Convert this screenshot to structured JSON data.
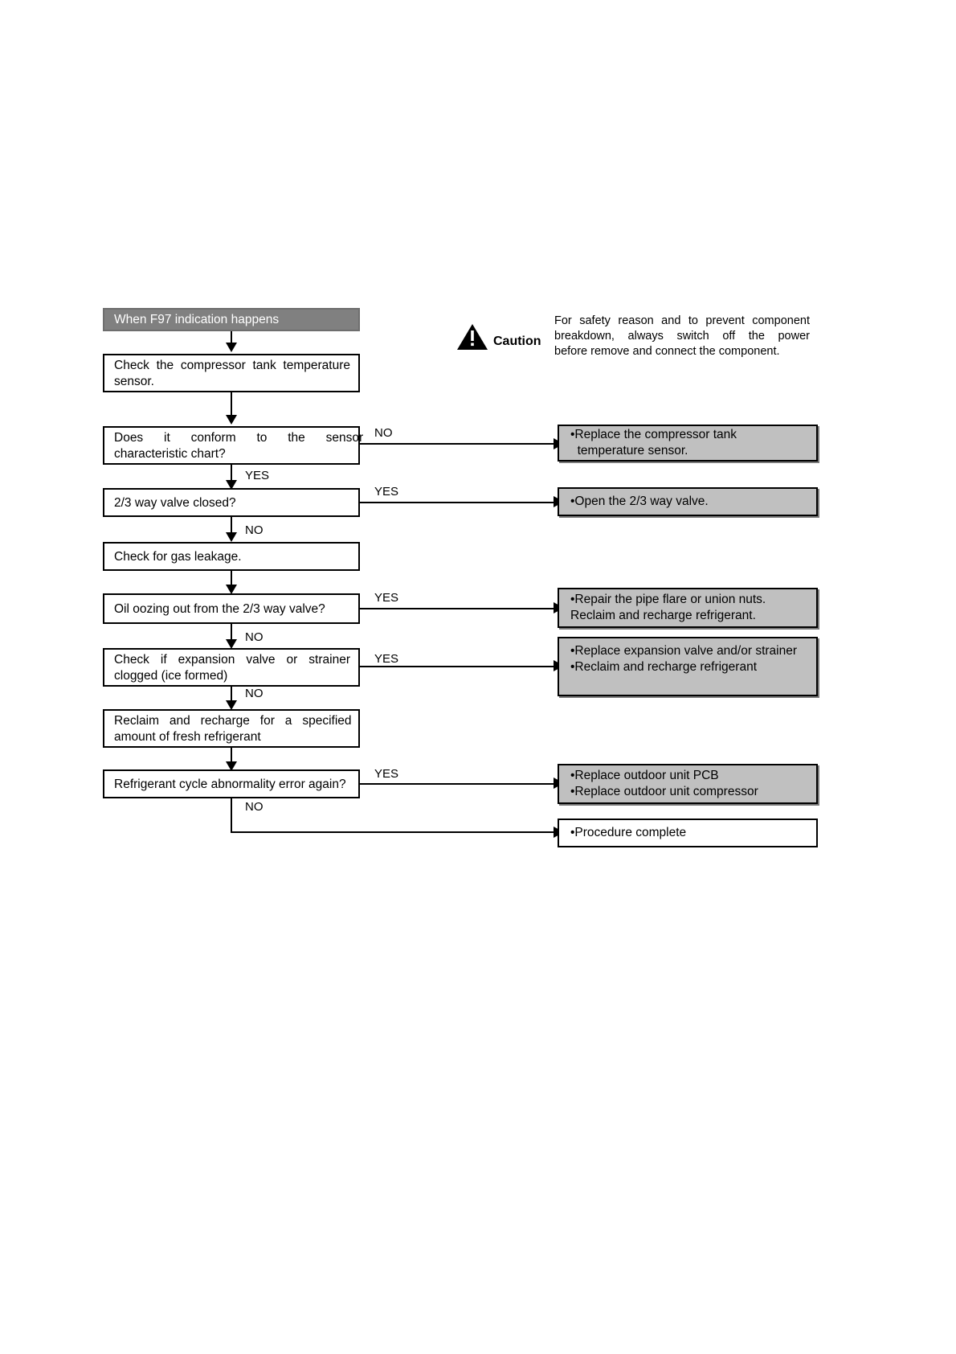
{
  "caution": {
    "icon": "warning-triangle-icon",
    "label": "Caution",
    "lines": [
      "For safety reason and to prevent component",
      "breakdown, always switch off the power",
      "before remove and connect the component."
    ]
  },
  "flow": {
    "header": {
      "label": "When F97 indication happens"
    },
    "steps": [
      {
        "id": "check-sensor",
        "lines": [
          "Check  the  compressor  tank  temperature",
          "sensor."
        ]
      },
      {
        "id": "conform-chart",
        "lines": [
          "Does      it      conform      to      the      sensor",
          "characteristic chart?"
        ],
        "branch_right": "NO",
        "branch_down": "YES"
      },
      {
        "id": "valve-closed",
        "lines": [
          "2/3 way valve closed?"
        ],
        "branch_right": "YES",
        "branch_down": "NO"
      },
      {
        "id": "check-gas-leak",
        "lines": [
          "Check for gas leakage."
        ]
      },
      {
        "id": "oil-oozing",
        "lines": [
          "Oil oozing out from the 2/3 way valve?"
        ],
        "branch_right": "YES",
        "branch_down": "NO"
      },
      {
        "id": "expansion-clogged",
        "lines": [
          "Check   if   expansion   valve   or   strainer",
          "clogged (ice formed)"
        ],
        "branch_right": "YES",
        "branch_down": "NO"
      },
      {
        "id": "reclaim-recharge",
        "lines": [
          "Reclaim   and   recharge   for   a   specified",
          "amount of fresh refrigerant"
        ]
      },
      {
        "id": "abnormality-again",
        "lines": [
          "Refrigerant cycle abnormality error again?"
        ],
        "branch_right": "YES",
        "branch_down": "NO"
      }
    ],
    "actions": [
      {
        "id": "replace-sensor",
        "lines": [
          "•Replace the compressor tank",
          "  temperature sensor."
        ],
        "style": "gray"
      },
      {
        "id": "open-valve",
        "lines": [
          "•Open the 2/3 way valve."
        ],
        "style": "gray"
      },
      {
        "id": "repair-pipe-flare",
        "lines": [
          "•Repair the pipe flare or union nuts.",
          "Reclaim and recharge refrigerant."
        ],
        "style": "gray"
      },
      {
        "id": "replace-expansion-valve",
        "lines": [
          "•Replace expansion valve and/or strainer",
          "•Reclaim and recharge refrigerant"
        ],
        "style": "gray"
      },
      {
        "id": "replace-outdoor-pcb",
        "lines": [
          "•Replace outdoor unit PCB",
          "•Replace outdoor unit compressor"
        ],
        "style": "gray"
      },
      {
        "id": "procedure-complete",
        "lines": [
          "•Procedure complete"
        ],
        "style": "white"
      }
    ]
  },
  "colors": {
    "header_fill": "#808080",
    "action_fill": "#c0c0c0",
    "line": "#000000",
    "page": "#ffffff"
  }
}
